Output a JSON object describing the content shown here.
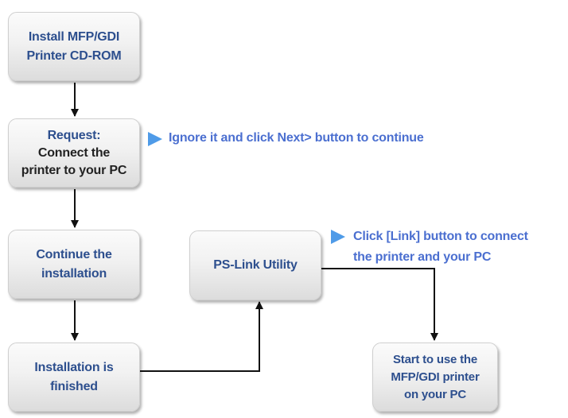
{
  "steps": {
    "install_cd": {
      "lines": [
        "Install MFP/GDI",
        "Printer CD-ROM"
      ]
    },
    "request": {
      "lines": [
        "Request:",
        "Connect the",
        "printer to your PC"
      ]
    },
    "continue_install": {
      "lines": [
        "Continue the",
        "installation"
      ]
    },
    "install_finished": {
      "lines": [
        "Installation is",
        "finished"
      ]
    },
    "ps_link": {
      "lines": [
        "PS-Link Utility"
      ]
    },
    "start_use": {
      "lines": [
        "Start to use the",
        "MFP/GDI printer",
        "on your PC"
      ]
    }
  },
  "notes": {
    "ignore": "Ignore it and click Next> button to continue",
    "link_line1": "Click [Link] button to connect",
    "link_line2": "the printer and your PC"
  },
  "colors": {
    "box_text_blue": "#2d4f8e",
    "note_text": "#4b6fd0",
    "pointer": "#4f9be8",
    "connector": "#111111"
  }
}
